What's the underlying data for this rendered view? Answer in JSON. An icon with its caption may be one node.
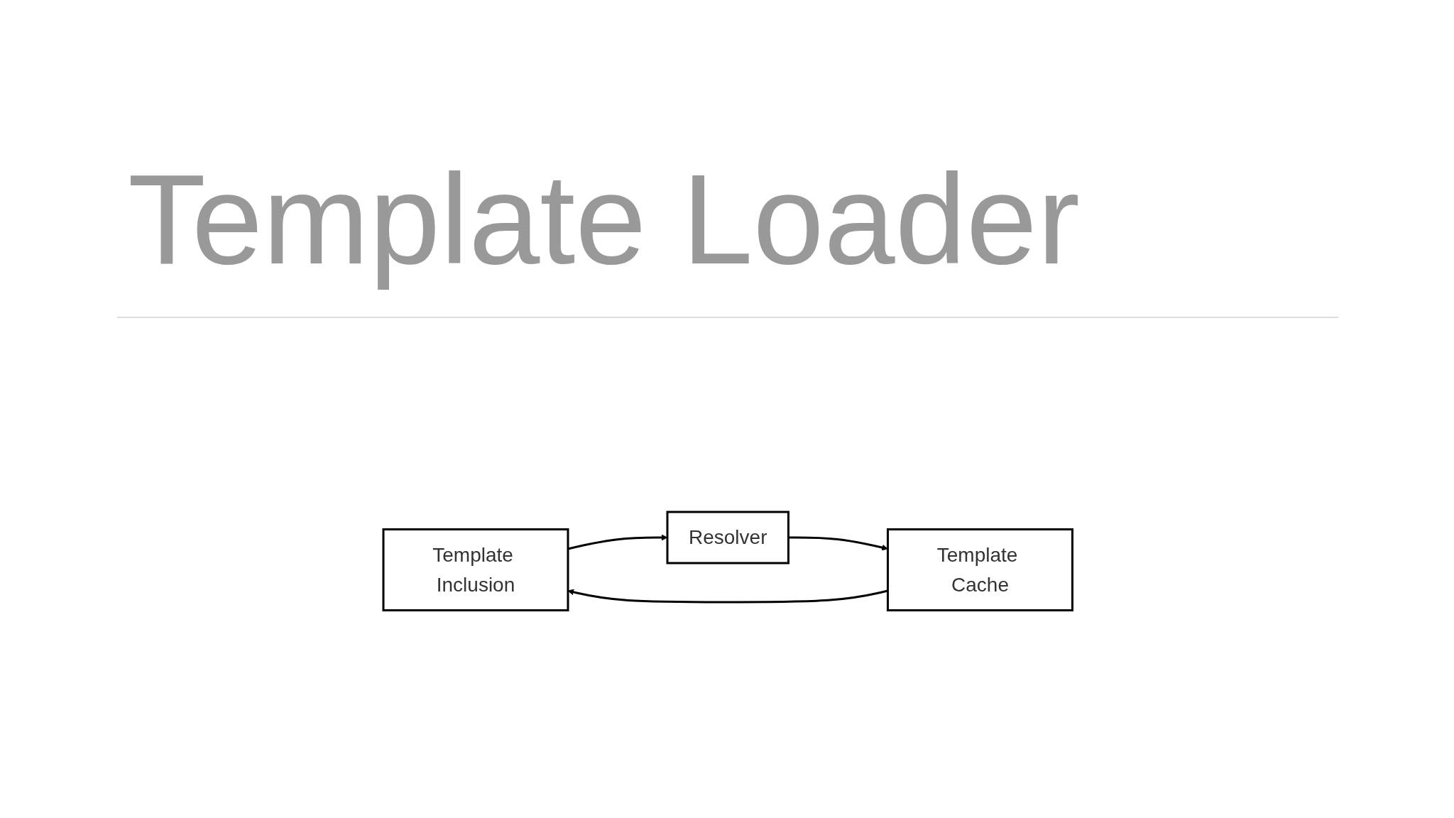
{
  "diagram": {
    "title": "Template Loader",
    "nodes": [
      {
        "text": [
          "Template Inclusion"
        ]
      },
      {
        "text": [
          "Resolver"
        ]
      },
      {
        "text": [
          "Template Cache"
        ]
      }
    ],
    "edges": [
      {
        "from": 0,
        "to": 1,
        "arrow": "to"
      },
      {
        "from": 1,
        "to": 2,
        "arrow": "to"
      },
      {
        "from": 2,
        "to": 0,
        "arrow": "to"
      }
    ]
  }
}
